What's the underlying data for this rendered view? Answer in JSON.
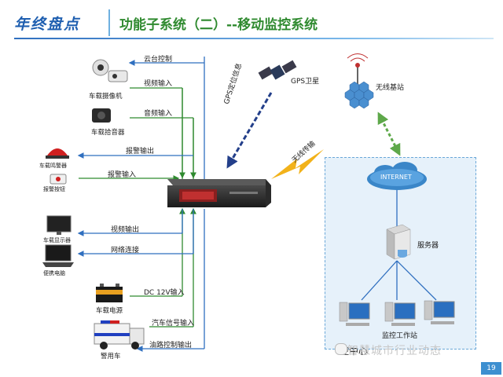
{
  "header": {
    "title": "年终盘点",
    "subtitle": "功能子系统（二）--移动监控系统"
  },
  "left_devices": {
    "camera": "车载摄像机",
    "mic": "车载拾音器",
    "alarm": "车载鸣警器",
    "alarm_btn": "报警按钮",
    "display": "车载显示器",
    "laptop": "便携电脑",
    "battery": "车载电源",
    "police_car": "警用车"
  },
  "connections": {
    "ptz": "云台控制",
    "video_in": "视频输入",
    "audio_in": "音频输入",
    "alarm_out": "报警输出",
    "alarm_in": "报警输入",
    "video_out": "视频输出",
    "network": "网络连接",
    "dc": "DC 12V输入",
    "car_signal": "汽车信号输入",
    "fuel_ctrl": "油路控制输出"
  },
  "right": {
    "gps_sat": "GPS卫星",
    "gps_info": "GPS定位信息",
    "base_station": "无线基站",
    "wireless": "无线传输",
    "internet": "INTERNET",
    "server": "服务器",
    "workstation": "监控工作站",
    "center_partial": "控中心"
  },
  "watermark": "智慧城市行业动态",
  "page_number": "19",
  "colors": {
    "green_arrow": "#2f8a2f",
    "blue_arrow": "#2f6fbf",
    "gps_arrow": "#233f8a",
    "title_blue": "#1f5fb0",
    "subtitle_green": "#2f8a2f"
  }
}
